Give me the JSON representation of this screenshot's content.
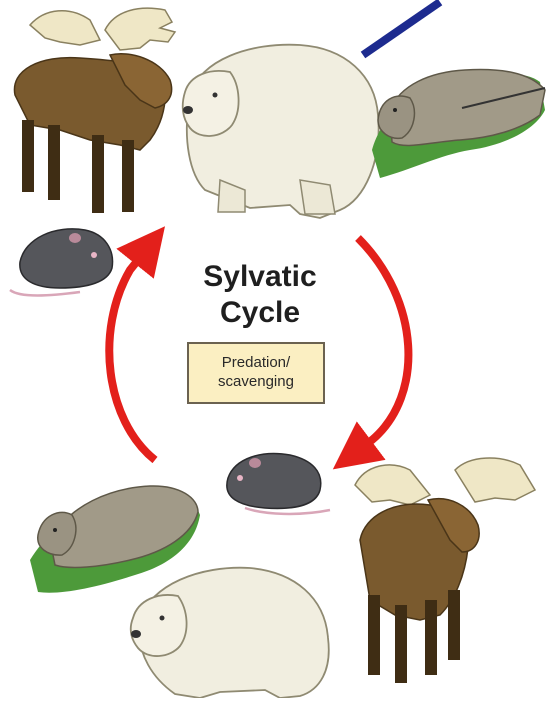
{
  "diagram": {
    "title_line1": "Sylvatic",
    "title_line2": "Cycle",
    "box_line1": "Predation/",
    "box_line2": "scavenging"
  },
  "colors": {
    "arrow": "#e3201b",
    "line": "#1d2b8f",
    "moose_body": "#7a5a2e",
    "moose_antler": "#efe7c6",
    "bear": "#f1eee0",
    "rodent": "#55565b",
    "wolverine": "#a19a88",
    "grass": "#4d9a3a",
    "box_fill": "#fbefc2"
  },
  "icons": [
    "moose-icon",
    "polar-bear-icon",
    "wolverine-icon",
    "rodent-icon"
  ]
}
